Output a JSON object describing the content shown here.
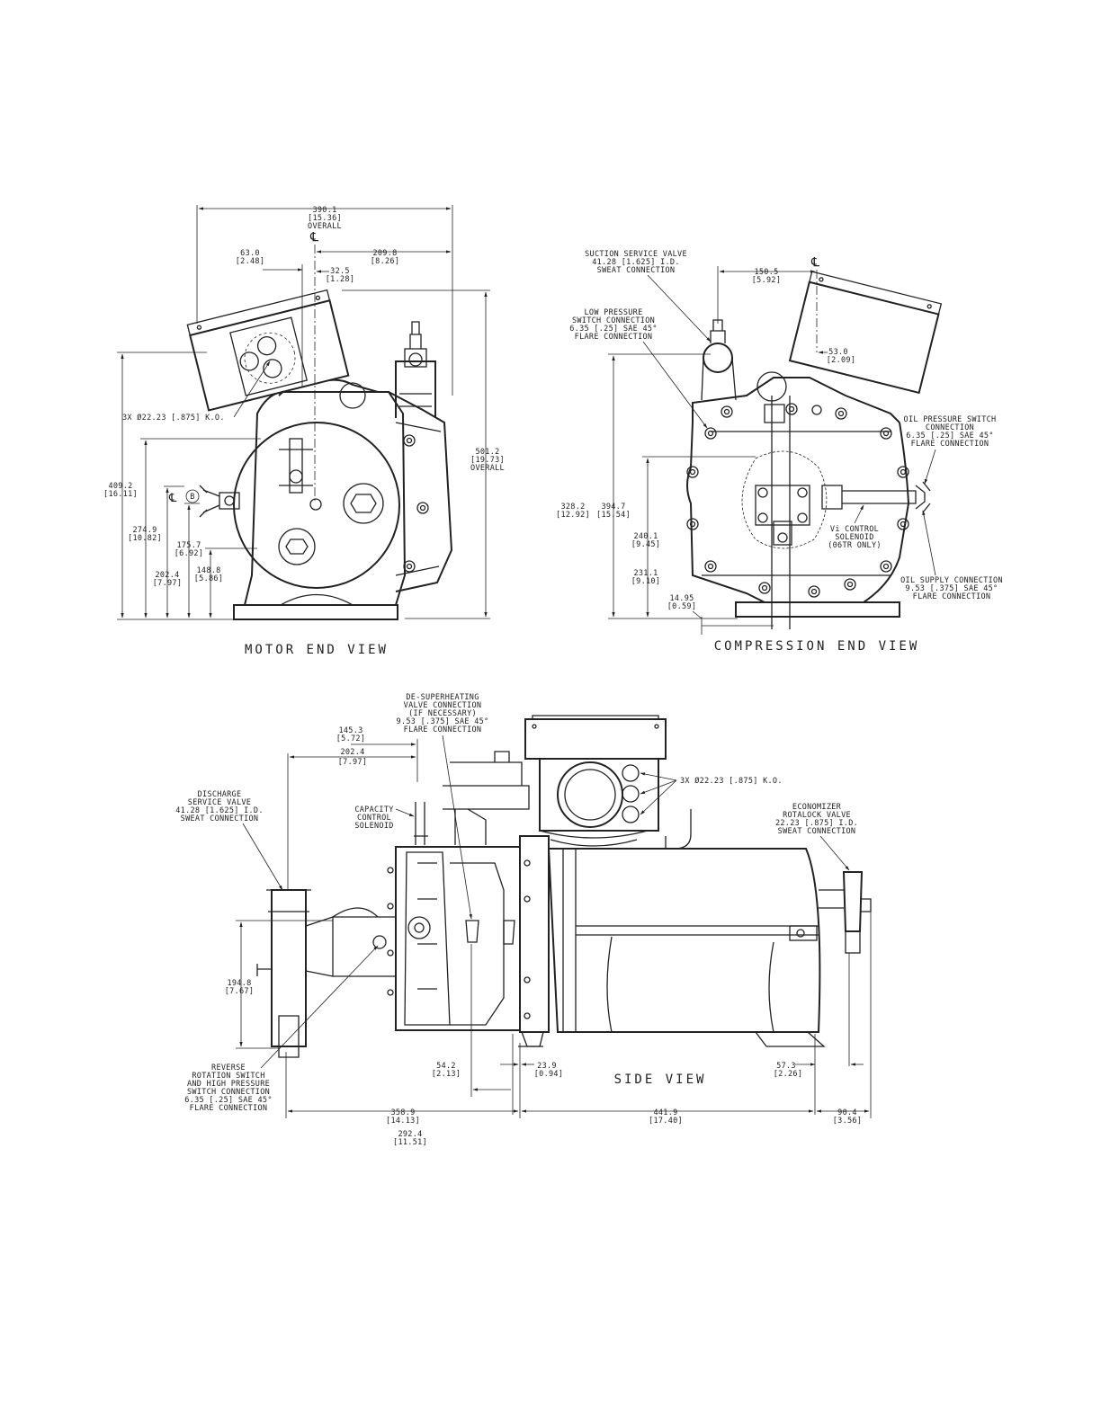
{
  "views": {
    "motor_end": {
      "title": "MOTOR END VIEW",
      "dims": {
        "overall_width": [
          "390.1",
          "[15.36]",
          "OVERALL"
        ],
        "d63": [
          "63.0",
          "[2.48]"
        ],
        "d209": [
          "209.8",
          "[8.26]"
        ],
        "d32": [
          "32.5",
          "[1.28]"
        ],
        "d409": [
          "409.2",
          "[16.11]"
        ],
        "d274": [
          "274.9",
          "[10.82]"
        ],
        "d202": [
          "202.4",
          "[7.97]"
        ],
        "d175": [
          "175.7",
          "[6.92]"
        ],
        "d148": [
          "148.8",
          "[5.86]"
        ],
        "d501": [
          "501.2",
          "[19.73]",
          "OVERALL"
        ]
      },
      "ko_label": "3X Ø22.23 [.875] K.O.",
      "centerline": "℄",
      "balloon": "B"
    },
    "compression_end": {
      "title": "COMPRESSION END VIEW",
      "suction": [
        "SUCTION SERVICE VALVE",
        "41.28 [1.625] I.D.",
        "SWEAT CONNECTION"
      ],
      "low_pressure": [
        "LOW PRESSURE",
        "SWITCH CONNECTION",
        "6.35 [.25] SAE 45°",
        "FLARE CONNECTION"
      ],
      "oil_pressure": [
        "OIL PRESSURE SWITCH",
        "CONNECTION",
        "6.35 [.25] SAE 45°",
        "FLARE CONNECTION"
      ],
      "vi_control": [
        "Vi CONTROL",
        "SOLENOID",
        "(06TR ONLY)"
      ],
      "oil_supply": [
        "OIL SUPPLY CONNECTION",
        "9.53 [.375] SAE 45°",
        "FLARE CONNECTION"
      ],
      "dims": {
        "d150": [
          "150.5",
          "[5.92]"
        ],
        "d53": [
          "53.0",
          "[2.09]"
        ],
        "d328": [
          "328.2",
          "[12.92]"
        ],
        "d394": [
          "394.7",
          "[15.54]"
        ],
        "d240": [
          "240.1",
          "[9.45]"
        ],
        "d231": [
          "231.1",
          "[9.10]"
        ],
        "d14": [
          "14.95",
          "[0.59]"
        ]
      },
      "centerline": "℄"
    },
    "side": {
      "title": "SIDE VIEW",
      "desuperheat": [
        "DE-SUPERHEATING",
        "VALVE CONNECTION",
        "(IF NECESSARY)",
        "9.53 [.375] SAE 45°",
        "FLARE CONNECTION"
      ],
      "discharge": [
        "DISCHARGE",
        "SERVICE VALVE",
        "41.28 [1.625] I.D.",
        "SWEAT CONNECTION"
      ],
      "capacity": [
        "CAPACITY",
        "CONTROL",
        "SOLENOID"
      ],
      "ko_label": "3X Ø22.23 [.875] K.O.",
      "economizer": [
        "ECONOMIZER",
        "ROTALOCK VALVE",
        "22.23 [.875] I.D.",
        "SWEAT CONNECTION"
      ],
      "reverse": [
        "REVERSE",
        "ROTATION SWITCH",
        "AND HIGH PRESSURE",
        "SWITCH CONNECTION",
        "6.35 [.25] SAE 45°",
        "FLARE CONNECTION"
      ],
      "dims": {
        "d145": [
          "145.3",
          "[5.72]"
        ],
        "d202": [
          "202.4",
          "[7.97]"
        ],
        "d194": [
          "194.8",
          "[7.67]"
        ],
        "d54": [
          "54.2",
          "[2.13]"
        ],
        "d23": [
          "23.9",
          "[0.94]"
        ],
        "d57": [
          "57.3",
          "[2.26]"
        ],
        "d358": [
          "358.9",
          "[14.13]"
        ],
        "d292": [
          "292.4",
          "[11.51]"
        ],
        "d441": [
          "441.9",
          "[17.40]"
        ],
        "d90": [
          "90.4",
          "[3.56]"
        ]
      }
    }
  }
}
